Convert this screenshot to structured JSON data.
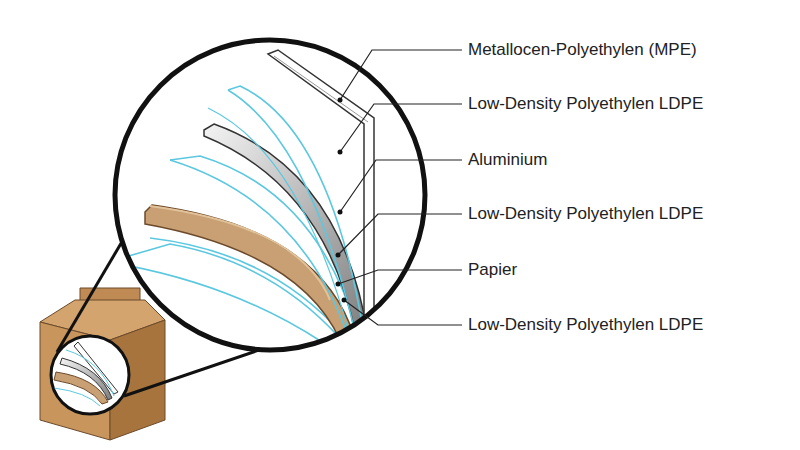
{
  "diagram": {
    "labels": [
      "Metallocen-Polyethylen (MPE)",
      "Low-Density Polyethylen LDPE",
      "Aluminium",
      "Low-Density Polyethylen LDPE",
      "Papier",
      "Low-Density Polyethylen LDPE"
    ]
  }
}
